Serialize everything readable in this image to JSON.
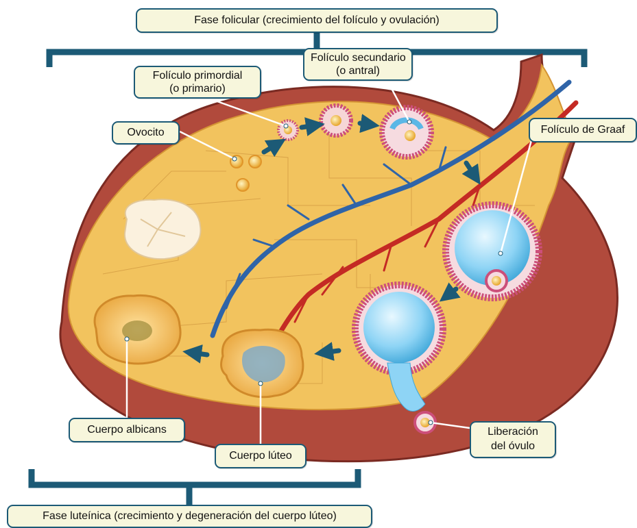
{
  "phases": {
    "follicular": "Fase folicular (crecimiento del folículo y ovulación)",
    "luteal": "Fase luteínica (crecimiento y degeneración del cuerpo lúteo)"
  },
  "labels": {
    "oocyte": "Ovocito",
    "primordial_line1": "Folículo primordial",
    "primordial_line2": "(o primario)",
    "secondary_line1": "Folículo secundario",
    "secondary_line2": "(o antral)",
    "graaf": "Folículo de Graaf",
    "release_line1": "Liberación",
    "release_line2": "del óvulo",
    "corpus_luteum": "Cuerpo lúteo",
    "corpus_albicans": "Cuerpo albicans"
  },
  "colors": {
    "bracket": "#1c5a76",
    "label_fill": "#f7f6dc",
    "ovary_surface": "#f2c35e",
    "ovary_wall": "#b14a3c",
    "vein": "#2f64a8",
    "artery": "#c42a24",
    "antrum": "#8ed4f5"
  }
}
